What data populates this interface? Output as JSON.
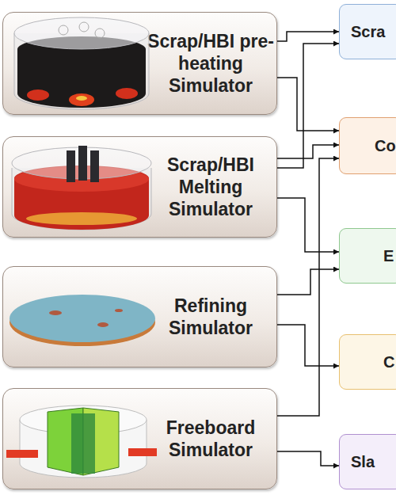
{
  "diagram": {
    "nodes": [
      {
        "text": [
          "Scrap/HBI pre-heating Simulator"
        ]
      },
      {
        "text": [
          "Scrap/HBI Melting Simulator"
        ]
      },
      {
        "text": [
          "Refining Simulator"
        ]
      },
      {
        "text": [
          "Freeboard Simulator"
        ]
      },
      {
        "text": [
          "Scra"
        ]
      },
      {
        "text": [
          "Co"
        ]
      },
      {
        "text": [
          "E"
        ]
      },
      {
        "text": [
          "C"
        ]
      },
      {
        "text": [
          "Sla"
        ]
      }
    ],
    "edges": [
      {
        "from": 0,
        "to": 4,
        "arrow": "to"
      },
      {
        "from": 0,
        "to": 5,
        "arrow": "to"
      },
      {
        "from": 1,
        "to": 4,
        "arrow": "to"
      },
      {
        "from": 1,
        "to": 5,
        "arrow": "to"
      },
      {
        "from": 1,
        "to": 6,
        "arrow": "to"
      },
      {
        "from": 2,
        "to": 6,
        "arrow": "to"
      },
      {
        "from": 3,
        "to": 5,
        "arrow": "to"
      },
      {
        "from": 2,
        "to": 7,
        "arrow": "to"
      },
      {
        "from": 3,
        "to": 8,
        "arrow": "to"
      }
    ]
  }
}
